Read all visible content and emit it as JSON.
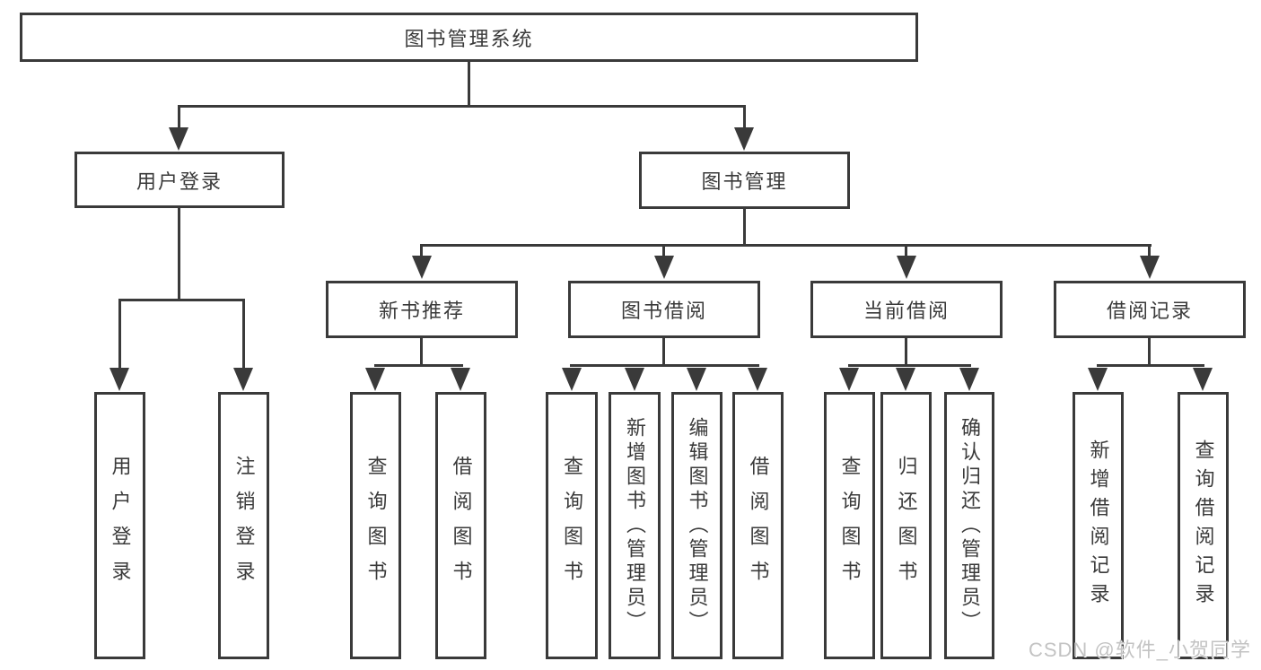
{
  "nodes": {
    "root": {
      "label": "图书管理系统"
    },
    "level2": [
      {
        "label": "用户登录"
      },
      {
        "label": "图书管理"
      }
    ],
    "modules": [
      {
        "label": "新书推荐"
      },
      {
        "label": "图书借阅"
      },
      {
        "label": "当前借阅"
      },
      {
        "label": "借阅记录"
      }
    ],
    "leaves": [
      {
        "label": "用户登录"
      },
      {
        "label": "注销登录"
      },
      {
        "label": "查询图书"
      },
      {
        "label": "借阅图书"
      },
      {
        "label": "查询图书"
      },
      {
        "label": "新增图书（管理员）"
      },
      {
        "label": "编辑图书（管理员）"
      },
      {
        "label": "借阅图书"
      },
      {
        "label": "查询图书"
      },
      {
        "label": "归还图书"
      },
      {
        "label": "确认归还（管理员）"
      },
      {
        "label": "新增借阅记录"
      },
      {
        "label": "查询借阅记录"
      }
    ]
  },
  "watermark": {
    "text": "CSDN @软件_小贺同学"
  },
  "colors": {
    "line": "#3a3a3a",
    "text": "#3a3a3a",
    "watermark": "#c3c3c3",
    "background": "#ffffff"
  }
}
